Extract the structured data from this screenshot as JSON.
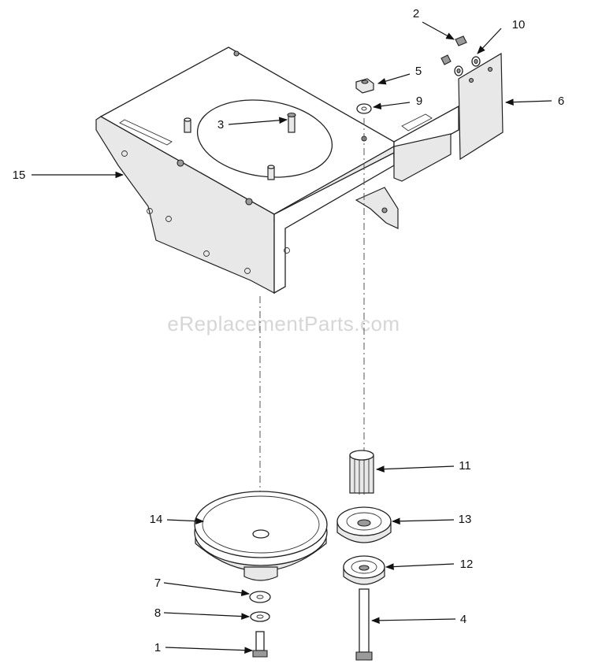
{
  "watermark": "eReplacementParts.com",
  "callouts": [
    {
      "id": "2",
      "label": "2"
    },
    {
      "id": "10",
      "label": "10"
    },
    {
      "id": "5",
      "label": "5"
    },
    {
      "id": "9",
      "label": "9"
    },
    {
      "id": "3",
      "label": "3"
    },
    {
      "id": "6",
      "label": "6"
    },
    {
      "id": "15",
      "label": "15"
    },
    {
      "id": "11",
      "label": "11"
    },
    {
      "id": "14",
      "label": "14"
    },
    {
      "id": "13",
      "label": "13"
    },
    {
      "id": "12",
      "label": "12"
    },
    {
      "id": "7",
      "label": "7"
    },
    {
      "id": "8",
      "label": "8"
    },
    {
      "id": "4",
      "label": "4"
    },
    {
      "id": "1",
      "label": "1"
    }
  ]
}
